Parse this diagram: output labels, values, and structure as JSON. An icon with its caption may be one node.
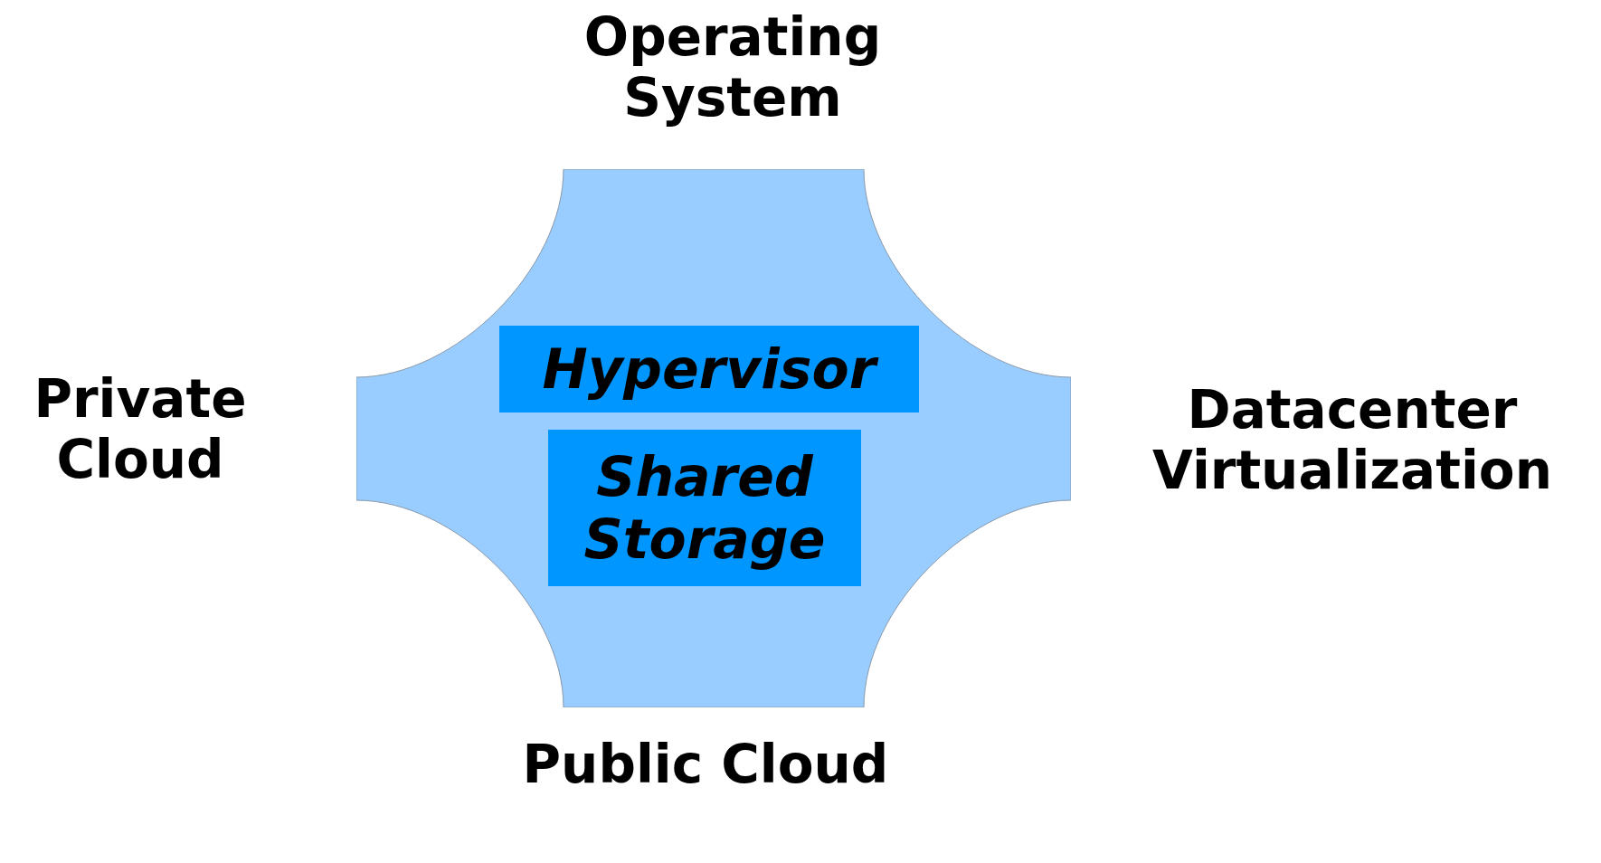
{
  "diagram": {
    "nodes": [
      {
        "text": [],
        "shape": "box"
      },
      {
        "text": [
          "Hypervisor"
        ],
        "in": 0
      },
      {
        "text": [
          "Shared Storage"
        ],
        "in": 0
      }
    ],
    "labels": [
      "Operating System",
      "Private Cloud",
      "Datacenter Virtualization",
      "Public Cloud"
    ]
  }
}
